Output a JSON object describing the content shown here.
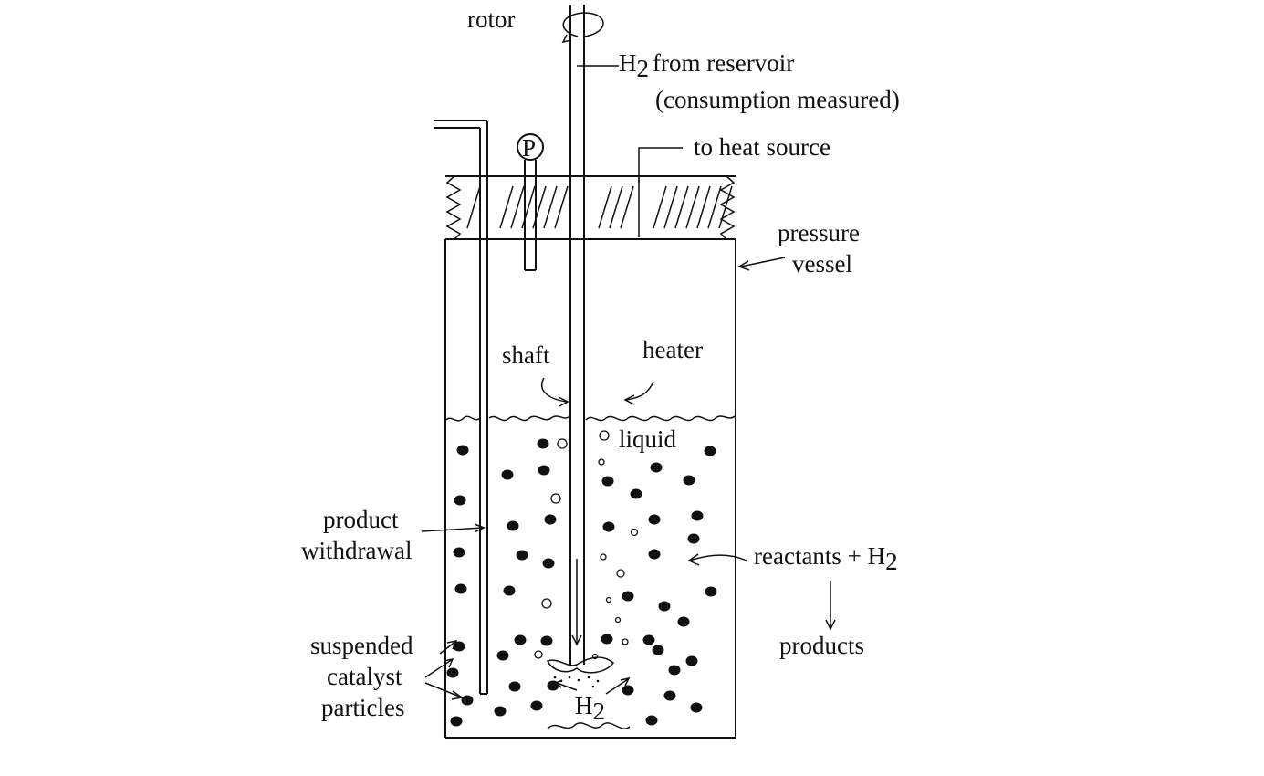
{
  "labels": {
    "rotor": "rotor",
    "h2_from": "H",
    "h2_from_sub": "2",
    "h2_from_rest": "from reservoir",
    "consumption": "(consumption measured)",
    "heat_source": "to heat source",
    "pressure": "pressure",
    "vessel": "vessel",
    "shaft": "shaft",
    "heater": "heater",
    "liquid": "liquid",
    "product": "product",
    "withdrawal": "withdrawal",
    "reactants": "reactants + H",
    "reactants_sub": "2",
    "products": "products",
    "suspended": "suspended",
    "catalyst": "catalyst",
    "particles": "particles",
    "h2_bottom": "H",
    "h2_bottom_sub": "2",
    "gauge": "P"
  },
  "colors": {
    "ink": "#111111",
    "background": "#ffffff"
  }
}
